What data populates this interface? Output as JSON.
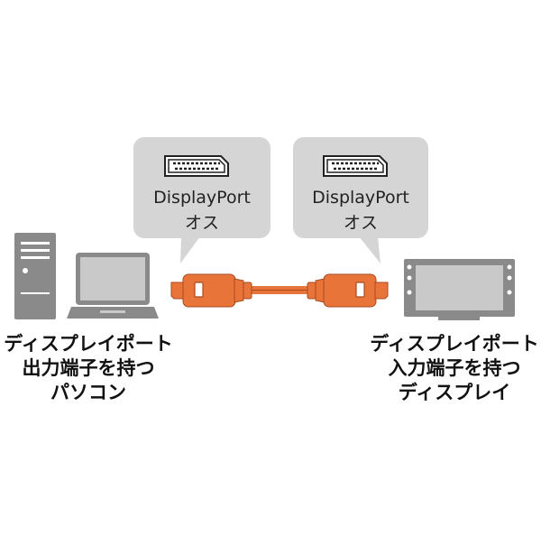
{
  "colors": {
    "bubble": "#d5d5d5",
    "device": "#8a8a8a",
    "device_dark": "#6e6e6e",
    "cable": "#e8743a",
    "cable_dark": "#a84a1e",
    "text": "#111111"
  },
  "connectors": {
    "left": {
      "name": "DisplayPort",
      "type": "オス"
    },
    "right": {
      "name": "DisplayPort",
      "type": "オス"
    }
  },
  "devices": {
    "left": {
      "line1": "ディスプレイポート",
      "line2": "出力端子を持つ",
      "line3": "パソコン",
      "icons": [
        "desktop-tower-icon",
        "laptop-icon"
      ]
    },
    "right": {
      "line1": "ディスプレイポート",
      "line2": "入力端子を持つ",
      "line3": "ディスプレイ",
      "icons": [
        "monitor-icon"
      ]
    }
  },
  "cable": {
    "icon": "displayport-cable-icon"
  }
}
